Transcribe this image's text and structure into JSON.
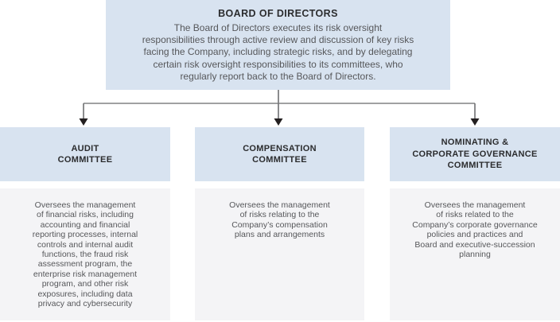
{
  "colors": {
    "box_blue": "#d8e3f0",
    "box_gray": "#f4f4f6",
    "heading_text": "#2b2c2e",
    "body_text": "#56575a",
    "line_color": "#808284",
    "arrow_color": "#231f20"
  },
  "board": {
    "title": "BOARD OF DIRECTORS",
    "description": "The Board of Directors executes its risk oversight\nresponsibilities through active review and discussion of key risks\nfacing the Company, including strategic risks, and by delegating\ncertain risk oversight responsibilities to its committees, who\nregularly report back to the Board of Directors."
  },
  "committees": [
    {
      "name": "AUDIT\nCOMMITTEE",
      "description": "Oversees the management\nof financial risks, including\naccounting and financial\nreporting processes, internal\ncontrols and internal audit\nfunctions, the fraud risk\nassessment program, the\nenterprise risk management\nprogram, and other risk\nexposures, including data\nprivacy and cybersecurity"
    },
    {
      "name": "COMPENSATION\nCOMMITTEE",
      "description": "Oversees the management\nof risks relating to the\nCompany’s compensation\nplans and arrangements"
    },
    {
      "name": "NOMINATING &\nCORPORATE GOVERNANCE\nCOMMITTEE",
      "description": "Oversees the management\nof risks related to the\nCompany’s corporate governance\npolicies and practices and\nBoard and executive-succession\nplanning"
    }
  ]
}
